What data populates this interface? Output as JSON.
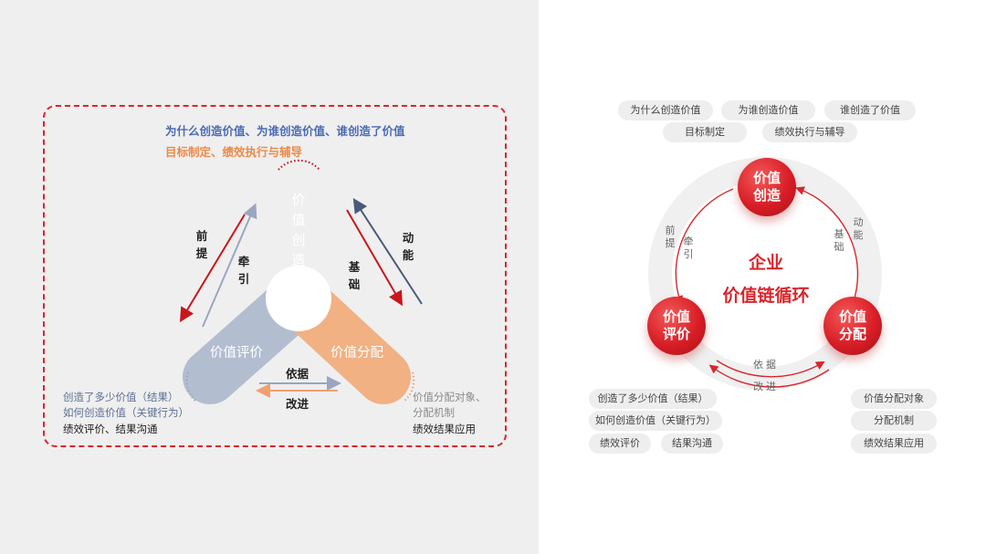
{
  "left": {
    "header_line1": "为什么创造价值、为谁创造价值、谁创造了价值",
    "header_line2": "目标制定、绩效执行与辅导",
    "petal_top": "价值创造",
    "petal_left": "价值评价",
    "petal_right": "价值分配",
    "arrow_left_outer": "前提",
    "arrow_left_inner": "牵引",
    "arrow_right_inner": "基础",
    "arrow_right_outer": "动能",
    "arrow_bottom_top": "依据",
    "arrow_bottom_bottom": "改进",
    "notes_left": [
      "创造了多少价值（结果）",
      "如何创造价值（关键行为）",
      "绩效评价、结果沟通"
    ],
    "notes_right": [
      "价值分配对象、",
      "分配机制",
      "绩效结果应用"
    ],
    "colors": {
      "red": "#c8161d",
      "blue_gray": "#b3bdd0",
      "peach": "#f1b183",
      "frame": "#d9262c"
    }
  },
  "right": {
    "top_pills": [
      "为什么创造价值",
      "为谁创造价值",
      "谁创造了价值",
      "目标制定",
      "绩效执行与辅导"
    ],
    "center_title_line1": "企业",
    "center_title_line2": "价值链循环",
    "ball_top": [
      "价值",
      "创造"
    ],
    "ball_left": [
      "价值",
      "评价"
    ],
    "ball_right": [
      "价值",
      "分配"
    ],
    "ring_left_outer": "前提",
    "ring_left_inner": "牵引",
    "ring_right_outer": "动能",
    "ring_right_inner": "基础",
    "ring_bottom_top": "依据",
    "ring_bottom_bottom": "改进",
    "bottom_left_pills": [
      "创造了多少价值（结果）",
      "如何创造价值（关键行为）",
      "绩效评价",
      "结果沟通"
    ],
    "bottom_right_pills": [
      "价值分配对象",
      "分配机制",
      "绩效结果应用"
    ],
    "colors": {
      "ball": "#d81e26",
      "title": "#d8262c",
      "pill_bg": "#eeeeee"
    }
  }
}
